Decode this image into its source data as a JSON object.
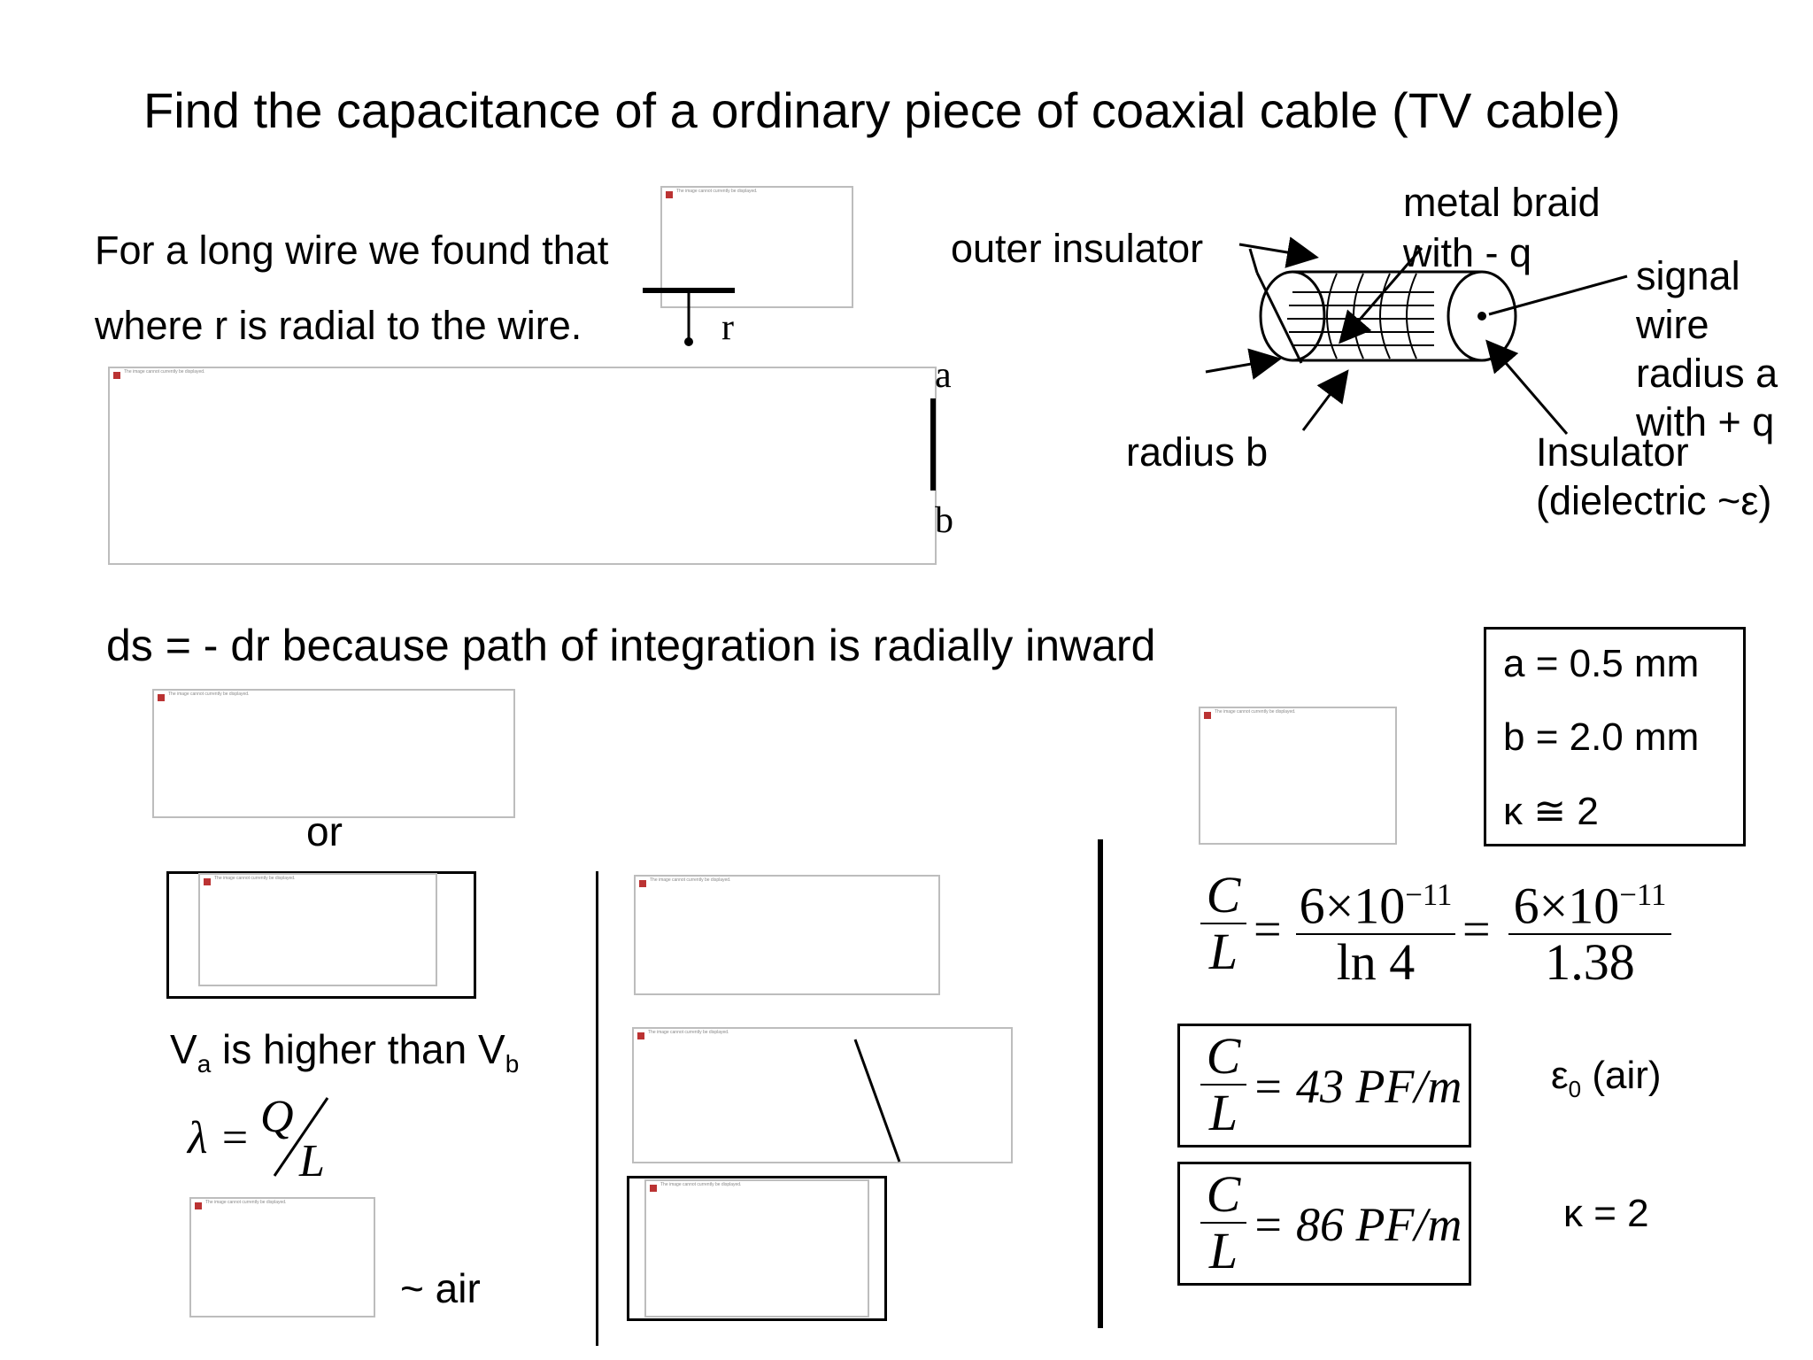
{
  "title": "Find the capacitance of a ordinary piece of coaxial cable (TV cable)",
  "intro": {
    "line1": "For a long wire we found that",
    "line2": "where r is radial to the wire.",
    "r_label": "r"
  },
  "integration": {
    "a_label": "a",
    "b_label": "b"
  },
  "diagram": {
    "outer_insulator": "outer insulator",
    "metal_braid": "metal braid",
    "with_minus_q": "with - q",
    "signal_wire": "signal",
    "wire": "wire",
    "radius_a": "radius a",
    "with_plus_q": "with + q",
    "radius_b": "radius b",
    "insulator": "Insulator",
    "dielectric": "(dielectric ~ε)"
  },
  "ds_note": "ds = - dr because path of integration is radially inward",
  "given": {
    "a": "a = 0.5 mm",
    "b": "b = 2.0 mm",
    "kappa": "κ ≅ 2"
  },
  "or_label": "or",
  "va_text": {
    "v": "V",
    "a_sub": "a",
    "mid": " is higher than V",
    "b_sub": "b"
  },
  "lambda_eq": {
    "lhs": "λ =",
    "q": "Q",
    "l": "L"
  },
  "air_label": "~ air",
  "result_eq": {
    "c": "C",
    "l": "L",
    "eq": "=",
    "num": "6×10",
    "exp": "−11",
    "den1": "ln 4",
    "den2": "1.38"
  },
  "result_air": {
    "value": "= 43 PF/m",
    "note": "ε",
    "note_sub": "0",
    "note_tail": " (air)"
  },
  "result_kappa": {
    "value": "= 86 PF/m",
    "note": "κ = 2"
  },
  "placeholder_text": "The image cannot currently be displayed."
}
